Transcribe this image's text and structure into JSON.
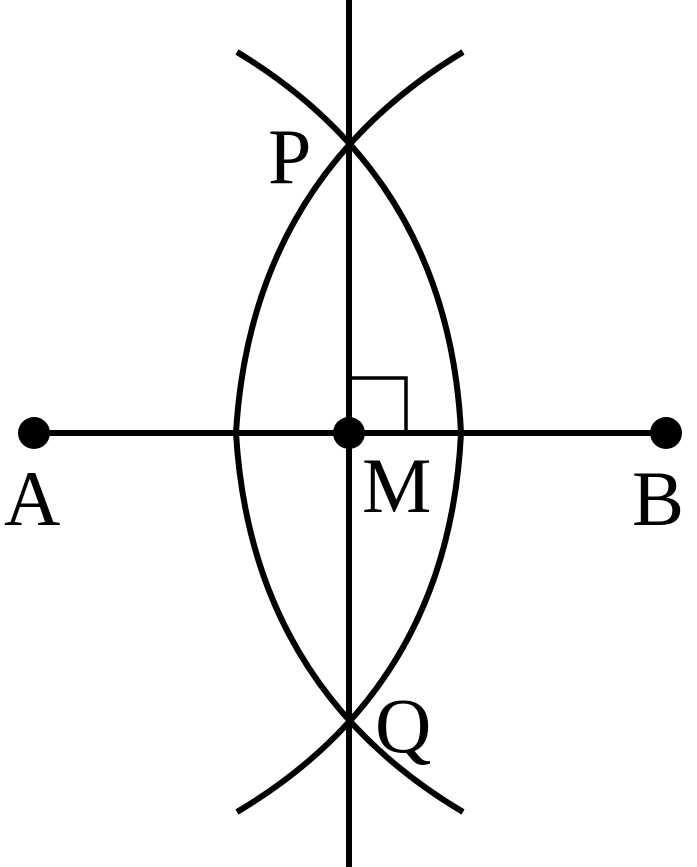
{
  "diagram": {
    "labels": {
      "A": "A",
      "B": "B",
      "M": "M",
      "P": "P",
      "Q": "Q"
    },
    "colors": {
      "line": "#000000",
      "background": "#ffffff"
    }
  }
}
